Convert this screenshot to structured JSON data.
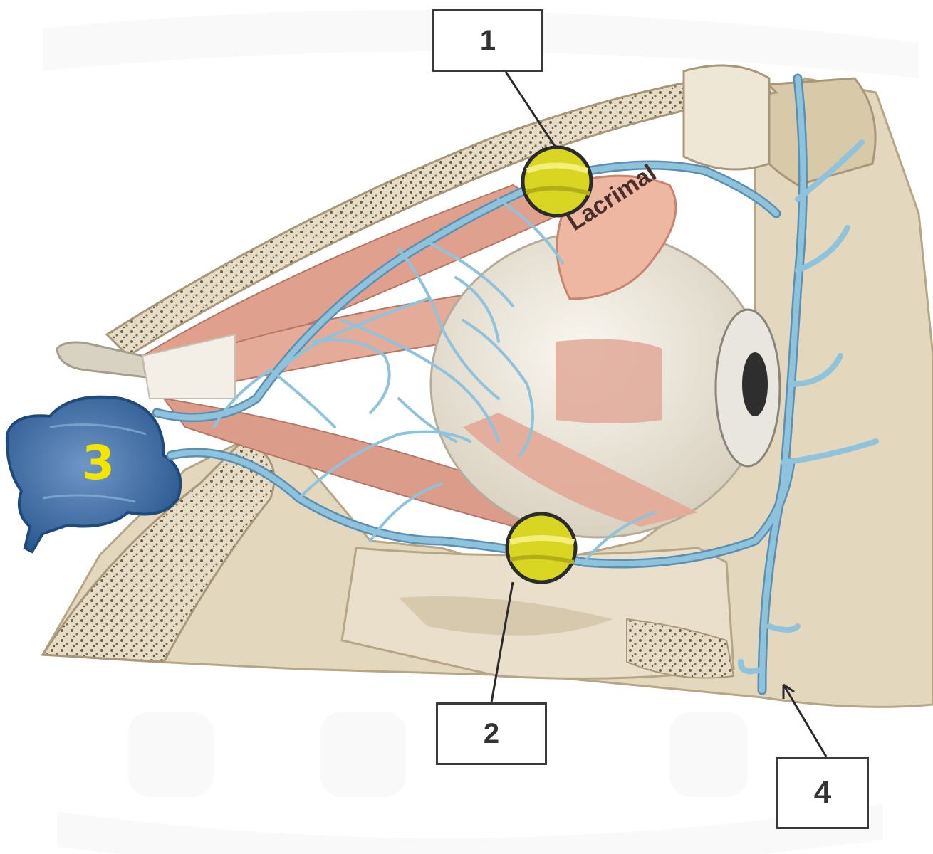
{
  "labels": {
    "box1": "1",
    "box2": "2",
    "box4": "4",
    "sinus_number": "3",
    "gland_text": "Lacrimal"
  },
  "colors": {
    "vein": "#8fc3dc",
    "vein_dark": "#5a90b4",
    "bone": "#e2d6bd",
    "bone_dark": "#b9a88a",
    "muscle": "#e2a896",
    "globe": "#ece6d8",
    "gland": "#edb7a2",
    "sinus": "#3f6ea6",
    "marker": "#d9d623",
    "leader": "#2b2b2b"
  }
}
